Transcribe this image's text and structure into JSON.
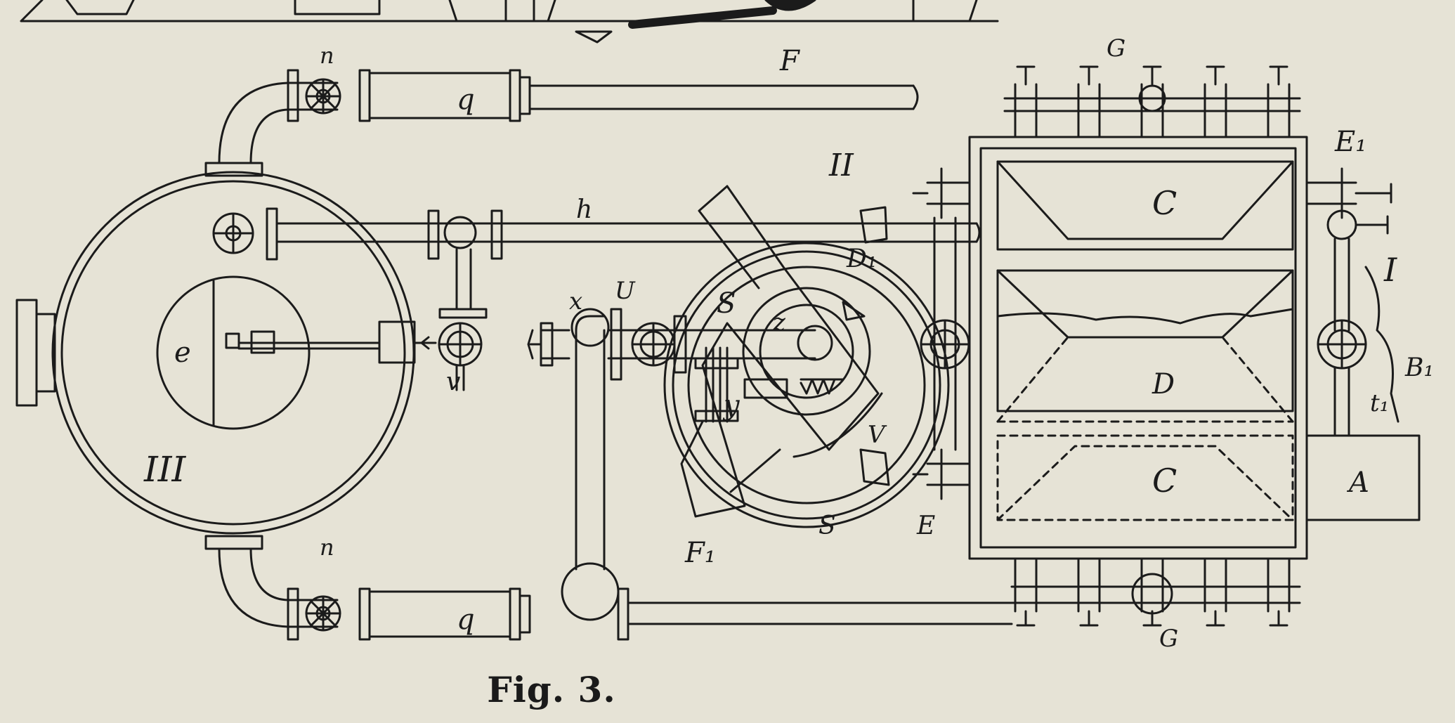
{
  "figure": {
    "caption": "Fig. 3.",
    "labels": {
      "F_top": "F",
      "n_top": "n",
      "q_top": "q",
      "G_top": "G",
      "II": "II",
      "E1": "E₁",
      "h": "h",
      "C_top": "C",
      "D1": "D₁",
      "I": "I",
      "x": "x",
      "U": "U",
      "S": "S",
      "z": "z",
      "e": "e",
      "v_valve": "v",
      "y": "y",
      "D": "D",
      "B1": "B₁",
      "t1": "t₁",
      "III": "III",
      "V": "V",
      "C_bottom": "C",
      "A": "A",
      "S_bottom": "S",
      "E": "E",
      "n_bottom": "n",
      "q_bottom": "q",
      "F1": "F₁",
      "G_bottom": "G"
    }
  },
  "colors": {
    "paper": "#e6e3d6",
    "ink": "#1b1b1b"
  }
}
